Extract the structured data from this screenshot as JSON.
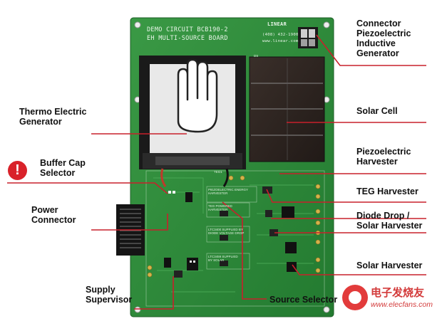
{
  "board": {
    "line1": "DEMO CIRCUIT BCB190-2",
    "line2": "EH MULTI-SOURCE BOARD",
    "brand": "LINEAR",
    "phone": "(408) 432-1900",
    "website": "www.linear.com",
    "silk_piezo": "PIEZOELECTRIC ENERGY\nHARVESTER",
    "silk_teg": "TEG POWERED\nHARVESTER",
    "silk_diode": "LTC3400 SUPPLIED BY\nDIODE VOLTAGE DROP",
    "silk_solar": "LTC3459 SUPPLIED\nBY SOLAR",
    "silk_teg_label": "TEG1",
    "silk_ds": "DS"
  },
  "callouts": {
    "connector_piezo_inductive": "Connector\nPiezoelectric\nInductive\nGenerator",
    "solar_cell": "Solar Cell",
    "thermo_electric": "Thermo Electric\nGenerator",
    "buffer_cap": "Buffer Cap\nSelector",
    "piezo_harvester": "Piezoelectric\nHarvester",
    "teg_harvester": "TEG Harvester",
    "power_connector": "Power\nConnector",
    "diode_drop": "Diode Drop /\nSolar Harvester",
    "solar_harvester": "Solar Harvester",
    "supply_supervisor": "Supply\nSupervisor",
    "source_selector": "Source Selector"
  },
  "warning_symbol": "!",
  "watermark": {
    "chinese": "电子发烧友",
    "english": "www.elecfans.com"
  },
  "colors": {
    "pcb_green": "#2f8a3a",
    "leader_red": "#c8202b",
    "warning_red": "#d9222a"
  }
}
